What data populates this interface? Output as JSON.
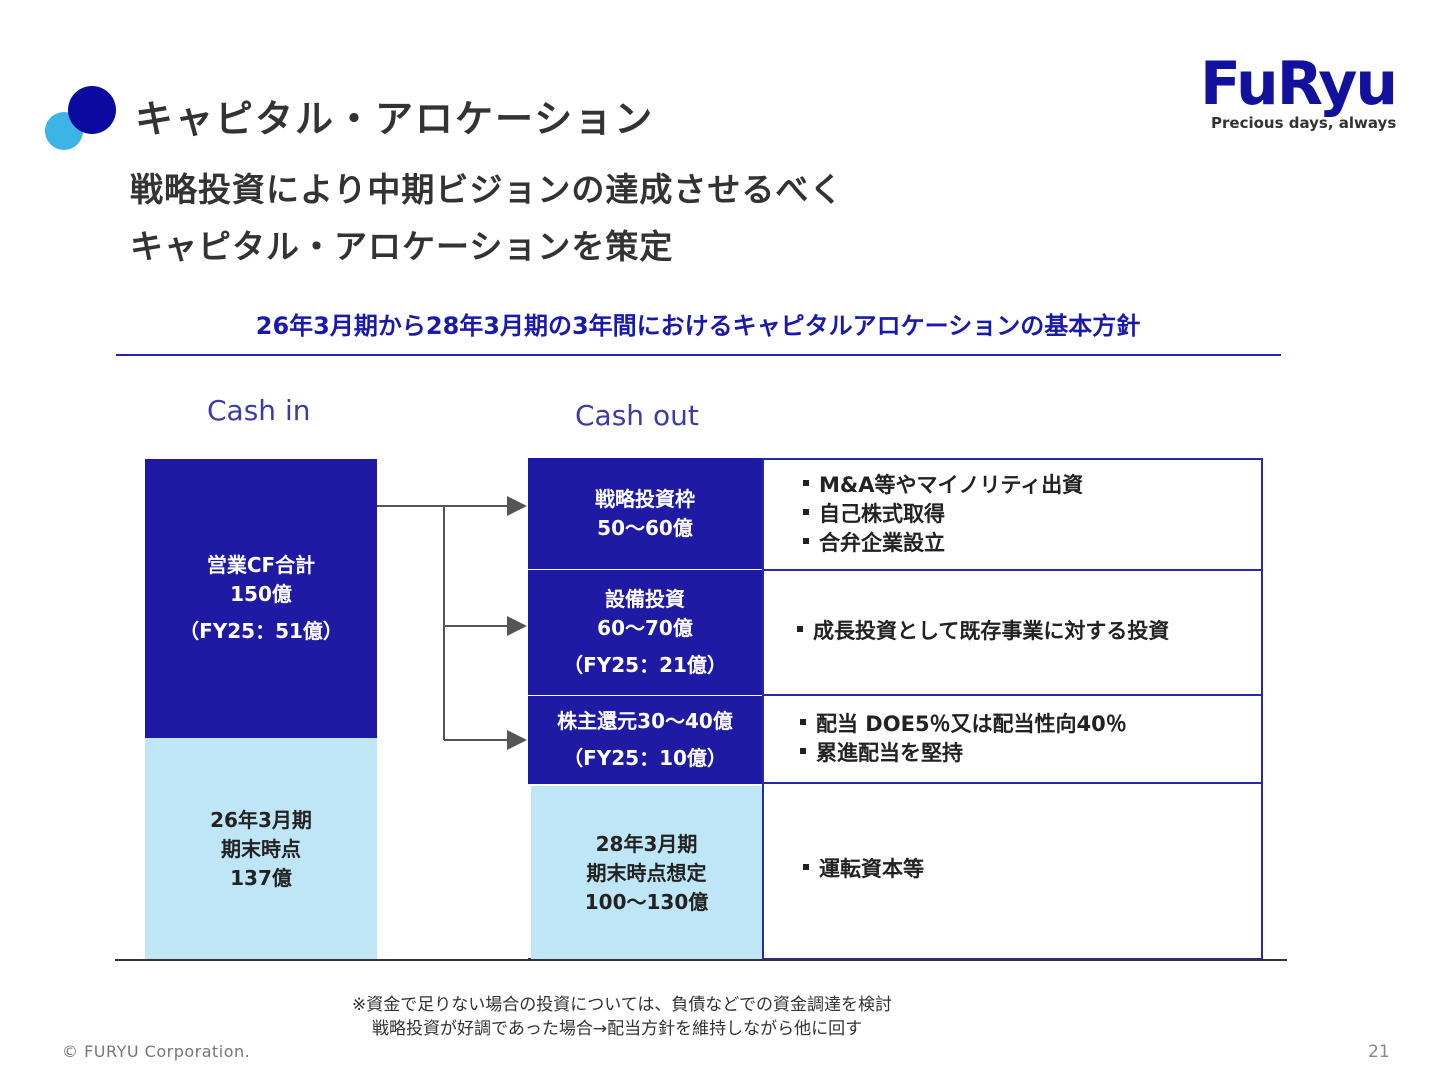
{
  "header": {
    "title": "キャピタル・アロケーション",
    "logo_text": "FuRyu",
    "logo_tagline": "Precious days, always"
  },
  "headline": {
    "line1": "戦略投資により中期ビジョンの達成させるべく",
    "line2": "キャピタル・アロケーションを策定"
  },
  "section_title": "26年3月期から28年3月期の3年間におけるキャピタルアロケーションの基本方針",
  "cash_in": {
    "label": "Cash in",
    "operating_cf": {
      "line1": "営業CF合計",
      "line2": "150億",
      "line3": "（FY25：51億）"
    },
    "period_end": {
      "line1": "26年3月期",
      "line2": "期末時点",
      "line3": "137億"
    }
  },
  "cash_out": {
    "label": "Cash out",
    "strategic": {
      "line1": "戦略投資枠",
      "line2": "50〜60億",
      "items": [
        "M&A等やマイノリティ出資",
        "自己株式取得",
        "合弁企業設立"
      ]
    },
    "capex": {
      "line1": "設備投資",
      "line2": "60〜70億",
      "line3": "（FY25：21億）",
      "items": [
        "成長投資として既存事業に対する投資"
      ]
    },
    "shareholder": {
      "line1": "株主還元30〜40億",
      "line2": "（FY25：10億）",
      "items": [
        "配当  DOE5％又は配当性向40％",
        "累進配当を堅持"
      ]
    },
    "period_end": {
      "line1": "28年3月期",
      "line2": "期末時点想定",
      "line3": "100〜130億",
      "items": [
        "運転資本等"
      ]
    }
  },
  "notes": {
    "line1": "※資金で足りない場合の投資については、負債などでの資金調達を検討",
    "line2": "戦略投資が好調であった場合→配当方針を維持しながら他に回す"
  },
  "footer": {
    "copyright": "© FURYU Corporation.",
    "page_number": "21"
  },
  "colors": {
    "dark_box": "#1f1aa3",
    "light_box": "#bfe6f6",
    "accent": "#1a1aa8"
  }
}
